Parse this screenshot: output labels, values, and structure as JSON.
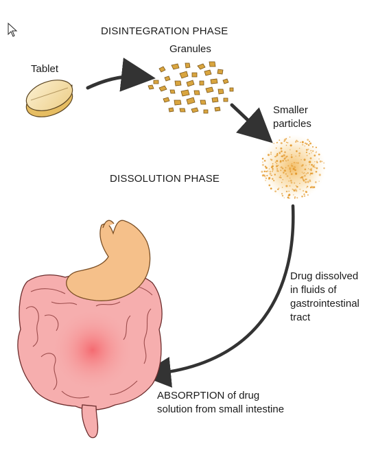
{
  "diagram": {
    "phases": {
      "disintegration": "DISINTEGRATION PHASE",
      "dissolution": "DISSOLUTION PHASE",
      "absorption": "ABSORPTION of drug",
      "absorption_line2": "solution from small intestine"
    },
    "labels": {
      "tablet": "Tablet",
      "granules": "Granules",
      "smaller_particles_1": "Smaller",
      "smaller_particles_2": "particles",
      "drug_dissolved_1": "Drug dissolved",
      "drug_dissolved_2": "in fluids of",
      "drug_dissolved_3": "gastrointestinal",
      "drug_dissolved_4": "tract"
    },
    "colors": {
      "granule": "#d9a53f",
      "particles": "#e8a23a",
      "stomach": "#f5c18c",
      "intestine": "#f6a9a9",
      "absorption_glow": "#f26a6a",
      "arrow": "#333333",
      "tablet": "#f0d79a"
    },
    "icons": {
      "cursor": "mouse-pointer-icon"
    }
  }
}
